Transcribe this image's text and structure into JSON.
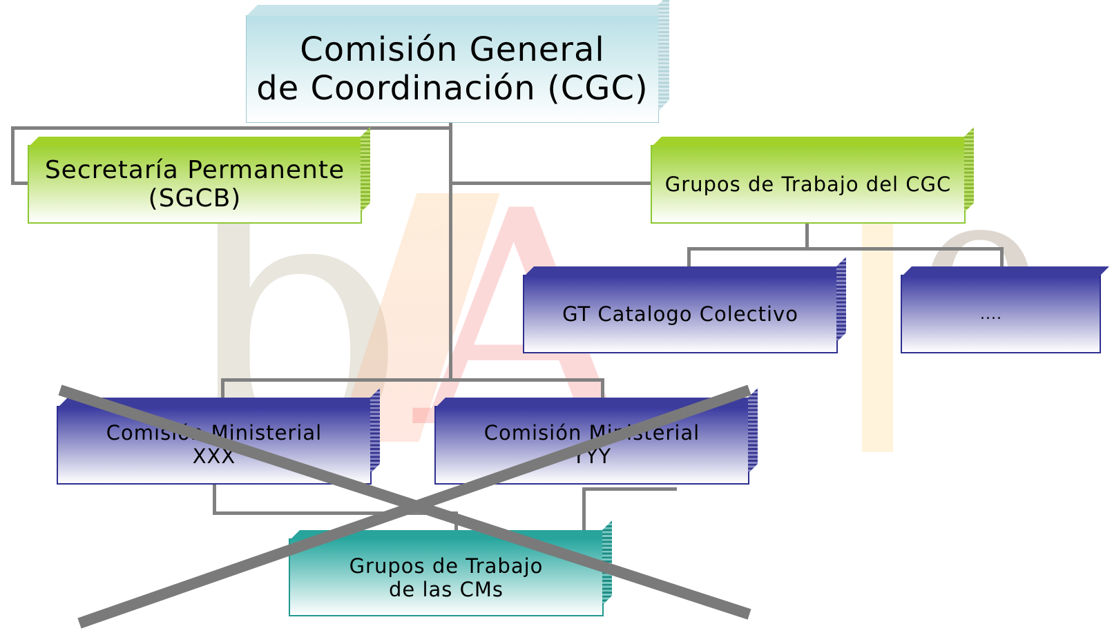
{
  "diagram": {
    "root": {
      "label": "Comisión General\nde Coordinación (CGC)",
      "color": "#b8e0e6"
    },
    "secretaria": {
      "label": "Secretaría Permanente\n(SGCB)",
      "color": "#9ed132"
    },
    "grupos_cgc": {
      "label": "Grupos de Trabajo del CGC",
      "color": "#9ed132"
    },
    "gt_catalogo": {
      "label": "GT Catalogo Colectivo",
      "color": "#3a3aa0"
    },
    "gt_more": {
      "label": "...."
    },
    "cm_xxx": {
      "label": "Comisión Ministerial\nXXX",
      "color": "#3a3aa0"
    },
    "cm_yyy": {
      "label": "Comisión Ministerial\nYYY",
      "color": "#3a3aa0"
    },
    "grupos_cms": {
      "label": "Grupos de Trabajo\nde las CMs",
      "color": "#2aa8a0"
    },
    "crossed_out": [
      "cm_xxx",
      "cm_yyy",
      "grupos_cms"
    ],
    "cross_color": "#7a7a7a"
  }
}
